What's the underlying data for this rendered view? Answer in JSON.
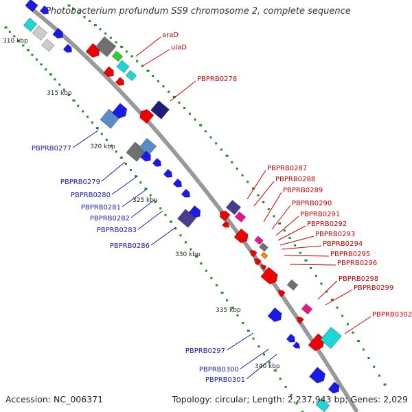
{
  "title": "Photobacterium profundum SS9 chromosome 2, complete sequence",
  "accession": "Accession: NC_006371",
  "summary": "Topology: circular; Length: 2,237,943 bp; Genes: 2,029",
  "colors": {
    "backbone": "#999999",
    "tick": "#1a8c1a",
    "label_red": "#cc0000",
    "label_blue": "#1a1ab3",
    "gene_red": "#ee0000",
    "gene_blue": "#1a1ae6",
    "gene_navy": "#1f1f7a",
    "gene_steel": "#5a8cc7",
    "gene_gray": "#707070",
    "gene_cyan": "#1fd6d6",
    "gene_magenta": "#e6168c",
    "gene_orange": "#ff8800",
    "gene_green": "#33cc33",
    "gene_silver": "#cccccc",
    "gene_purple": "#4a3d8f"
  },
  "scale_labels": [
    "310 kbp",
    "315 kbp",
    "320 kbp",
    "325 kbp",
    "330 kbp",
    "335 kbp",
    "340 kbp"
  ],
  "labels_red": [
    "araD",
    "ulaD",
    "PBPRB0278",
    "PBPRB0287",
    "PBPRB0288",
    "PBPRB0289",
    "PBPRB0290",
    "PBPRB0291",
    "PBPRB0292",
    "PBPRB0293",
    "PBPRB0294",
    "PBPRB0295",
    "PBPRB0296",
    "PBPRB0298",
    "PBPRB0299",
    "PBPRB0302"
  ],
  "labels_blue": [
    "PBPRB0277",
    "PBPRB0279",
    "PBPRB0280",
    "PBPRB0281",
    "PBPRB0282",
    "PBPRB0283",
    "PBPRB0286",
    "PBPRB0297",
    "PBPRB0300",
    "PBPRB0301"
  ]
}
